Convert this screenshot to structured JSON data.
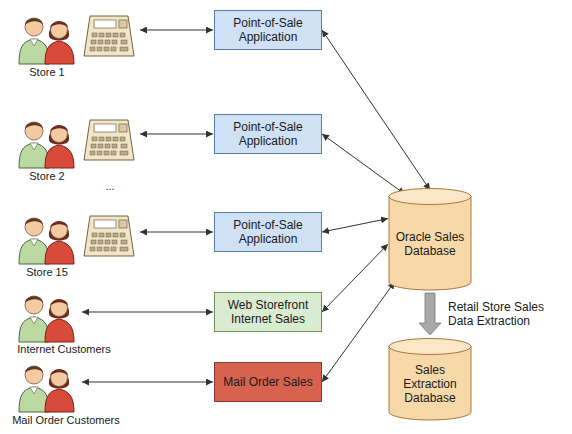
{
  "diagram": {
    "nodes": [
      {
        "text": [
          "Point-of-Sale Application"
        ]
      },
      {
        "text": [
          "Point-of-Sale Application"
        ]
      },
      {
        "text": [
          "Point-of-Sale Application"
        ]
      },
      {
        "text": [
          "Web Storefront Internet Sales"
        ]
      },
      {
        "text": [
          "Mail Order Sales"
        ]
      },
      {
        "text": [
          "Oracle Sales Database"
        ]
      },
      {
        "text": [
          "Sales Extraction Database"
        ]
      }
    ],
    "edges": [
      {
        "from": 0,
        "to": 5,
        "arrow": "both"
      },
      {
        "from": 1,
        "to": 5,
        "arrow": "both"
      },
      {
        "from": 2,
        "to": 5,
        "arrow": "both"
      },
      {
        "from": 3,
        "to": 5,
        "arrow": "both"
      },
      {
        "from": 4,
        "to": 5,
        "arrow": "both"
      },
      {
        "from": 5,
        "to": 6,
        "label": "Retail Store Sales Data Extraction",
        "arrow": "to"
      }
    ],
    "labels": [
      "Store 1",
      "Store 2",
      "...",
      "Store 15",
      "Internet Customers",
      "Mail Order Customers"
    ]
  }
}
